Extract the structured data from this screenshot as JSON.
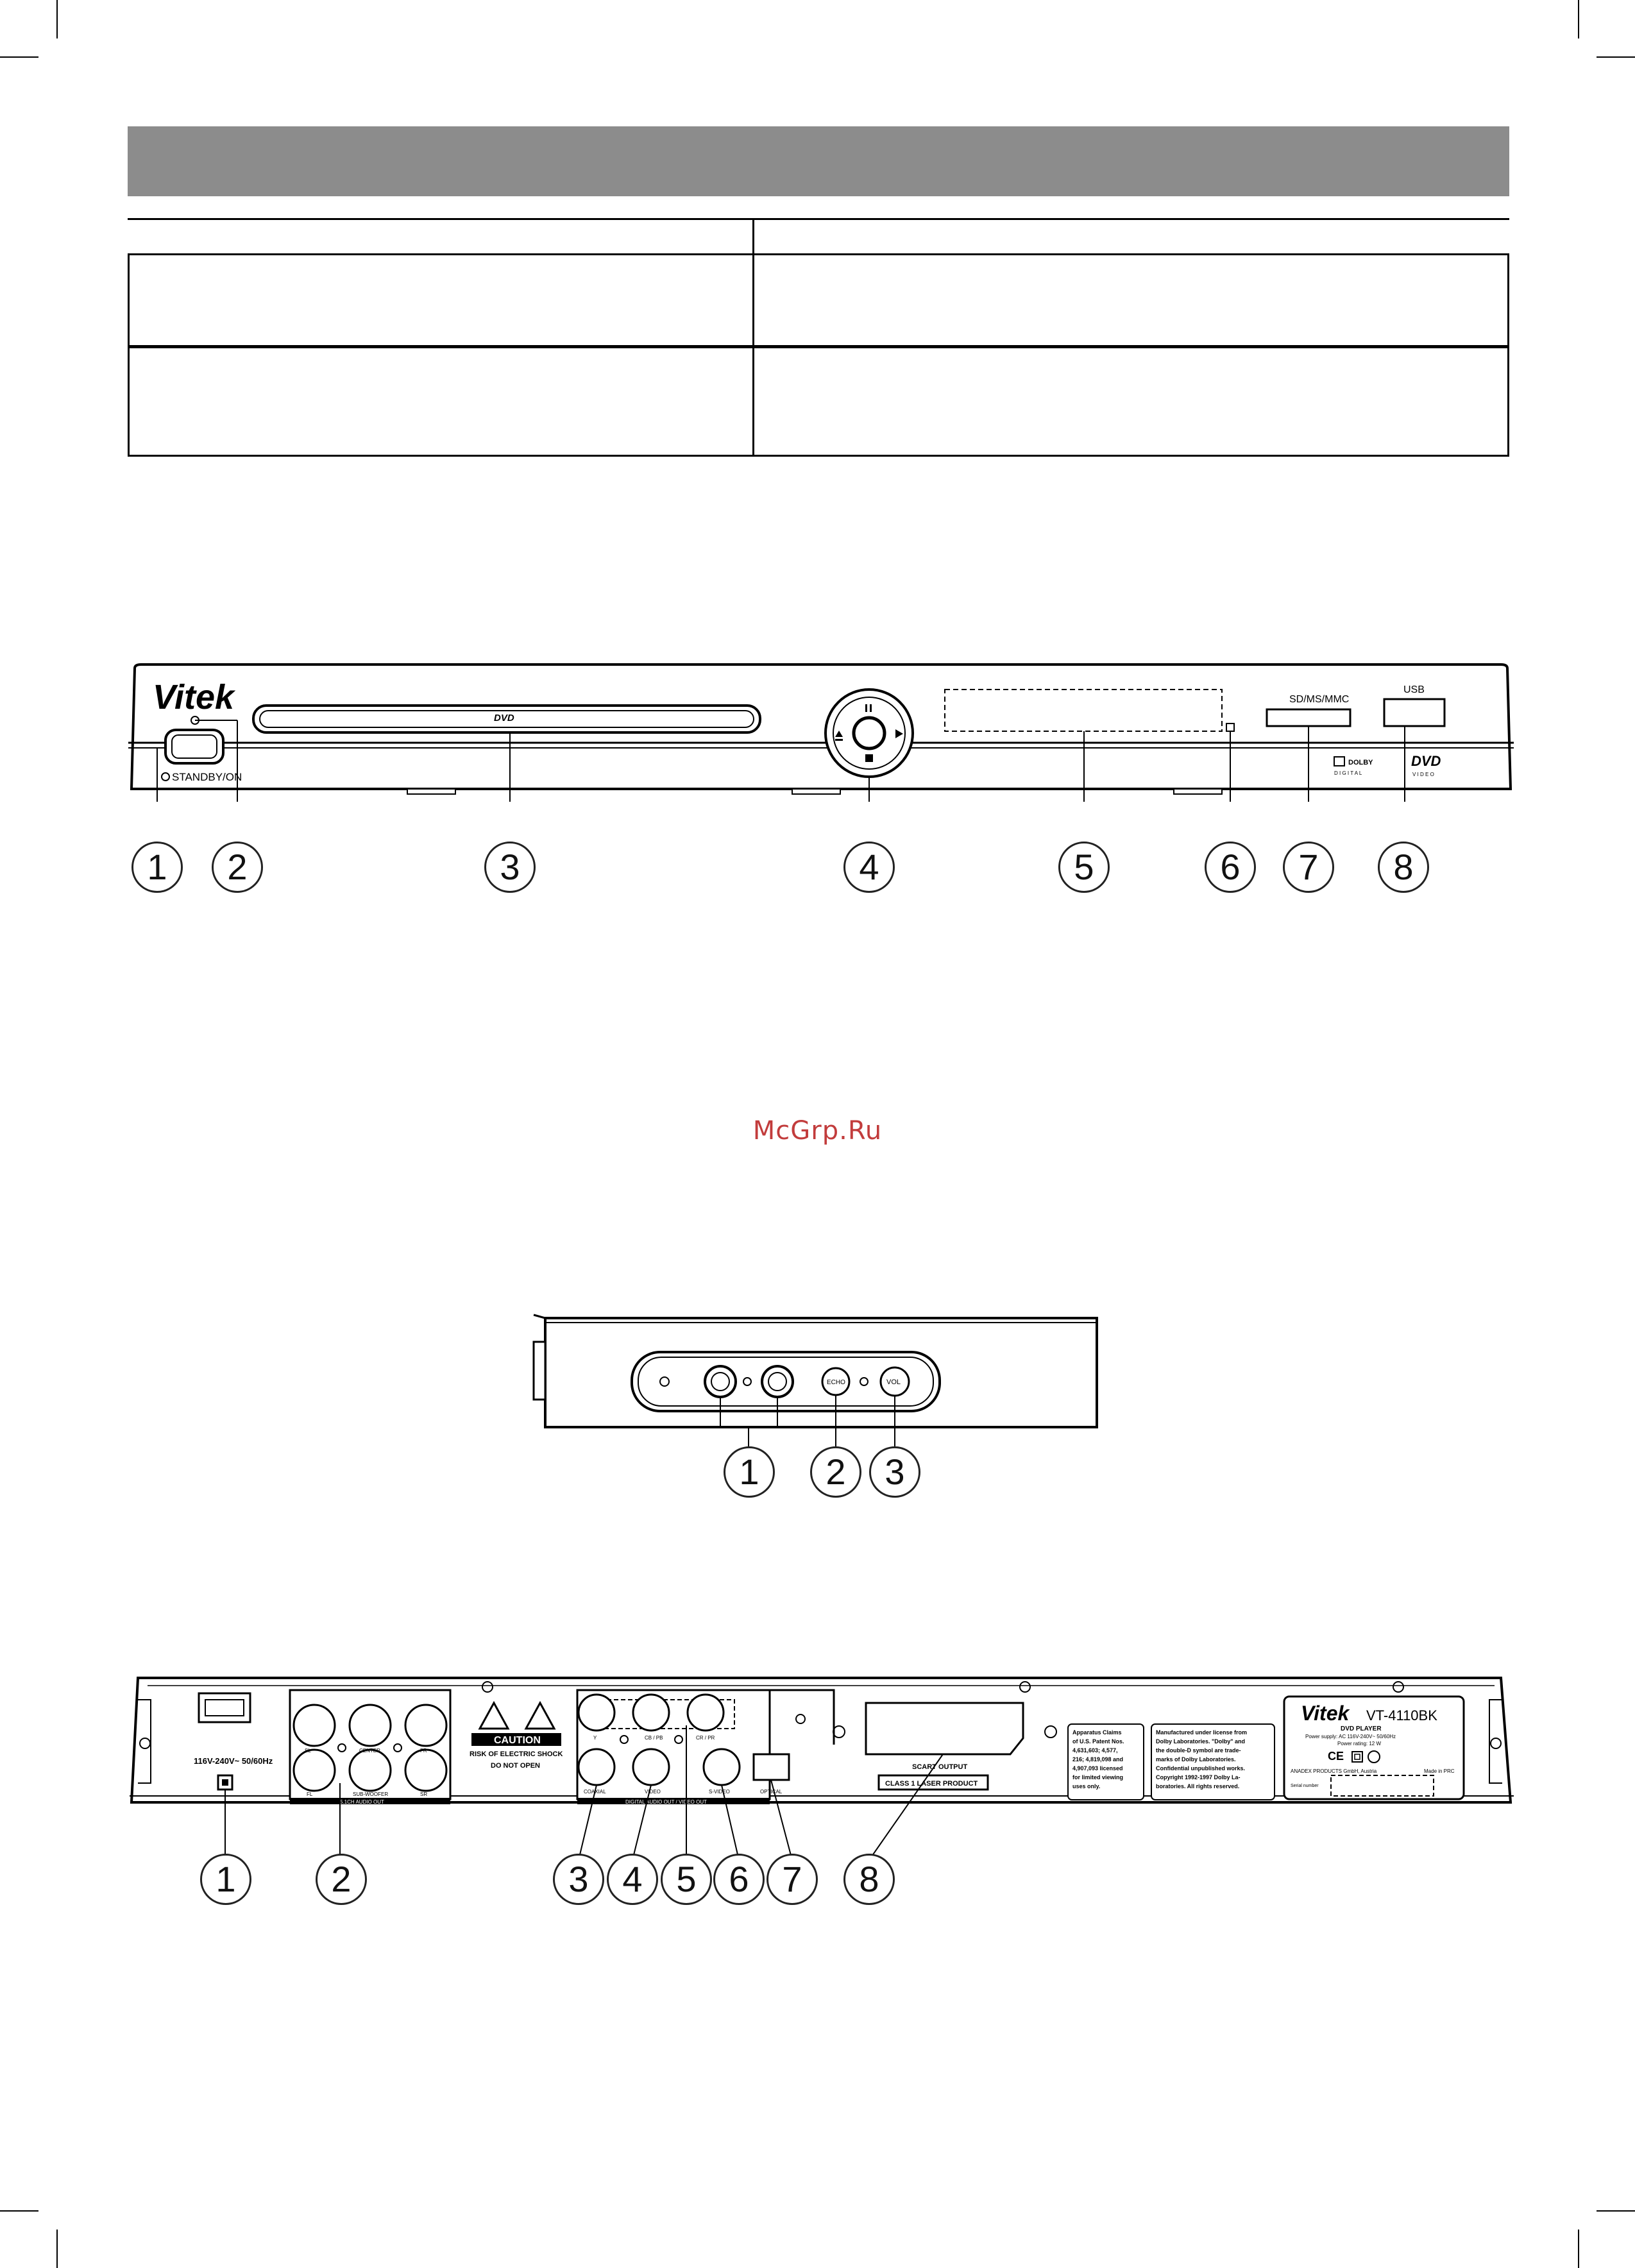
{
  "watermark": "McGrp.Ru",
  "front_panel": {
    "brand": "Vitek",
    "tray_label": "DVD",
    "standby_label": "STANDBY/ON",
    "card_slot_label": "SD/MS/MMC",
    "usb_label": "USB",
    "dolby_label": "DOLBY",
    "dolby_sub": "D I G I T A L",
    "dvd_logo": "DVD",
    "dvd_logo_sub": "V I D E O",
    "callouts": [
      "1",
      "2",
      "3",
      "4",
      "5",
      "6",
      "7",
      "8"
    ]
  },
  "side_panel": {
    "echo_label": "ECHO",
    "vol_label": "VOL",
    "callouts": [
      "1",
      "2",
      "3"
    ]
  },
  "rear_panel": {
    "power_label": "116V-240V~  50/60Hz",
    "audio_jacks": [
      "FL",
      "CENTER",
      "FR",
      "SUB-WOOFER",
      "SL",
      "SR"
    ],
    "audio_group_label": "5.1CH AUDIO OUT",
    "caution_title": "CAUTION",
    "caution_line1": "RISK OF ELECTRIC SHOCK",
    "caution_line2": "DO NOT OPEN",
    "video_jacks": [
      "Y",
      "CB / PB",
      "CR / PR",
      "COAXIAL",
      "VIDEO",
      "S-VIDEO",
      "OPTICAL"
    ],
    "video_group_label": "DIGITAL AUDIO OUT / VIDEO OUT",
    "scart_label": "SCART OUTPUT",
    "laser_label": "CLASS 1 LASER PRODUCT",
    "patent_text": [
      "Apparatus Claims",
      "of U.S. Patent Nos.",
      "4,631,603; 4,577,",
      "216; 4,819,098 and",
      "4,907,093 licensed",
      "for limited viewing",
      "uses only."
    ],
    "dolby_text": [
      "Manufactured under license from",
      "Dolby Laboratories. \"Dolby\" and",
      "the double-D symbol are trade-",
      "marks of Dolby Laboratories.",
      "Confidential unpublished works.",
      "Copyright 1992-1997 Dolby La-",
      "boratories.  All rights reserved."
    ],
    "brand": "Vitek",
    "model": "VT-4110BK",
    "product": "DVD PLAYER",
    "power_supply": "Power supply: AC 116V-240V~ 50/60Hz",
    "power_rating": "Power rating: 12 W",
    "maker": "ANADEX PRODUCTS GmbH, Austria",
    "made_in": "Made in PRC",
    "serial_label": "Serial number",
    "callouts": [
      "1",
      "2",
      "3",
      "4",
      "5",
      "6",
      "7",
      "8"
    ]
  }
}
